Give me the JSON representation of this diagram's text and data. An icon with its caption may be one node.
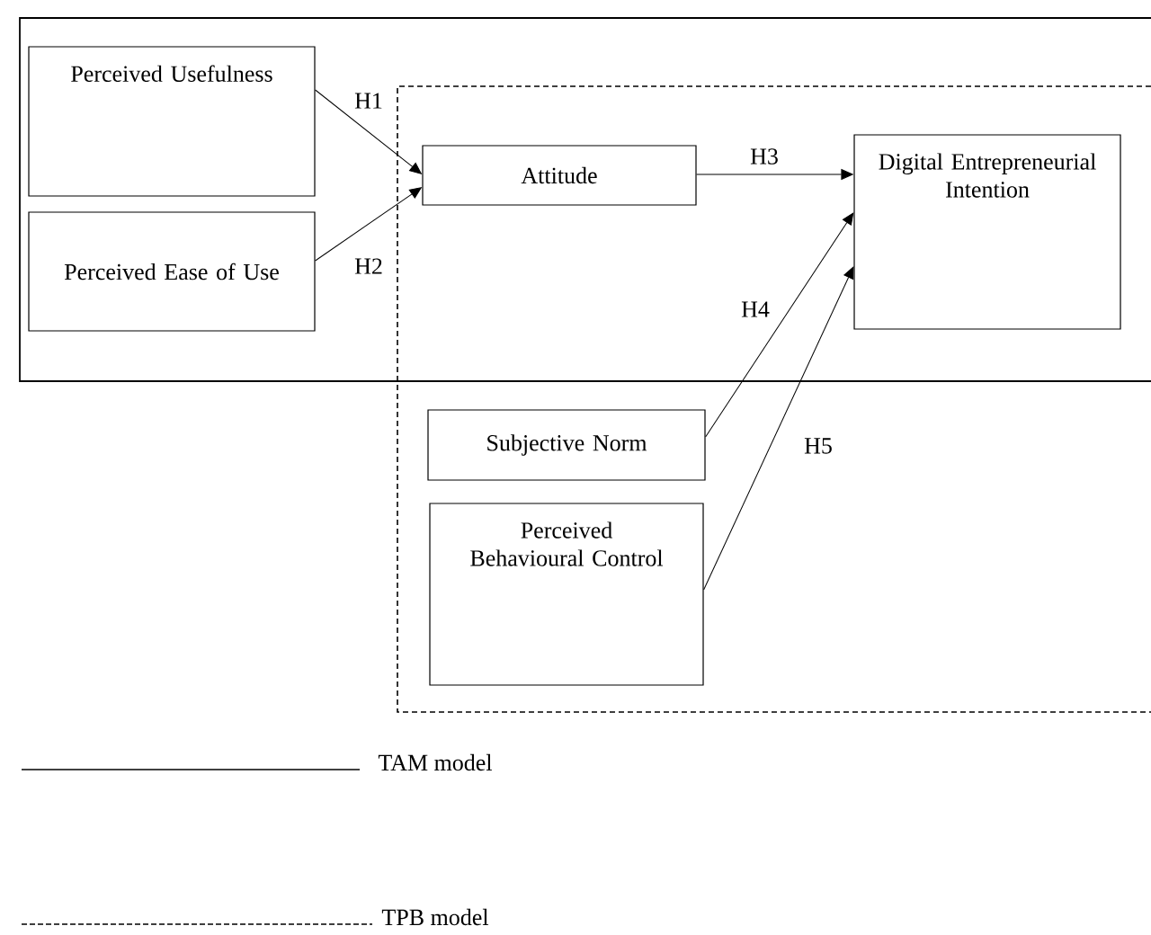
{
  "diagram": {
    "nodes": [
      {
        "text": [
          "Perceived Usefulness"
        ]
      },
      {
        "text": [
          "Perceived Ease of Use"
        ]
      },
      {
        "text": [
          "Attitude"
        ]
      },
      {
        "text": [
          "Digital Entrepreneurial Intention"
        ]
      },
      {
        "text": [
          "Subjective Norm"
        ]
      },
      {
        "text": [
          "Perceived Behavioural Control"
        ]
      }
    ],
    "edges": [
      {
        "from": 0,
        "to": 2,
        "arrow": "to",
        "label": "H1"
      },
      {
        "from": 1,
        "to": 2,
        "arrow": "to",
        "label": "H2"
      },
      {
        "from": 2,
        "to": 3,
        "arrow": "to",
        "label": "H3"
      },
      {
        "from": 4,
        "to": 3,
        "arrow": "to",
        "label": "H4"
      },
      {
        "from": 5,
        "to": 3,
        "arrow": "to",
        "label": "H5"
      }
    ],
    "legend": [
      {
        "text": "TAM model"
      },
      {
        "text": "TPB model"
      }
    ]
  }
}
